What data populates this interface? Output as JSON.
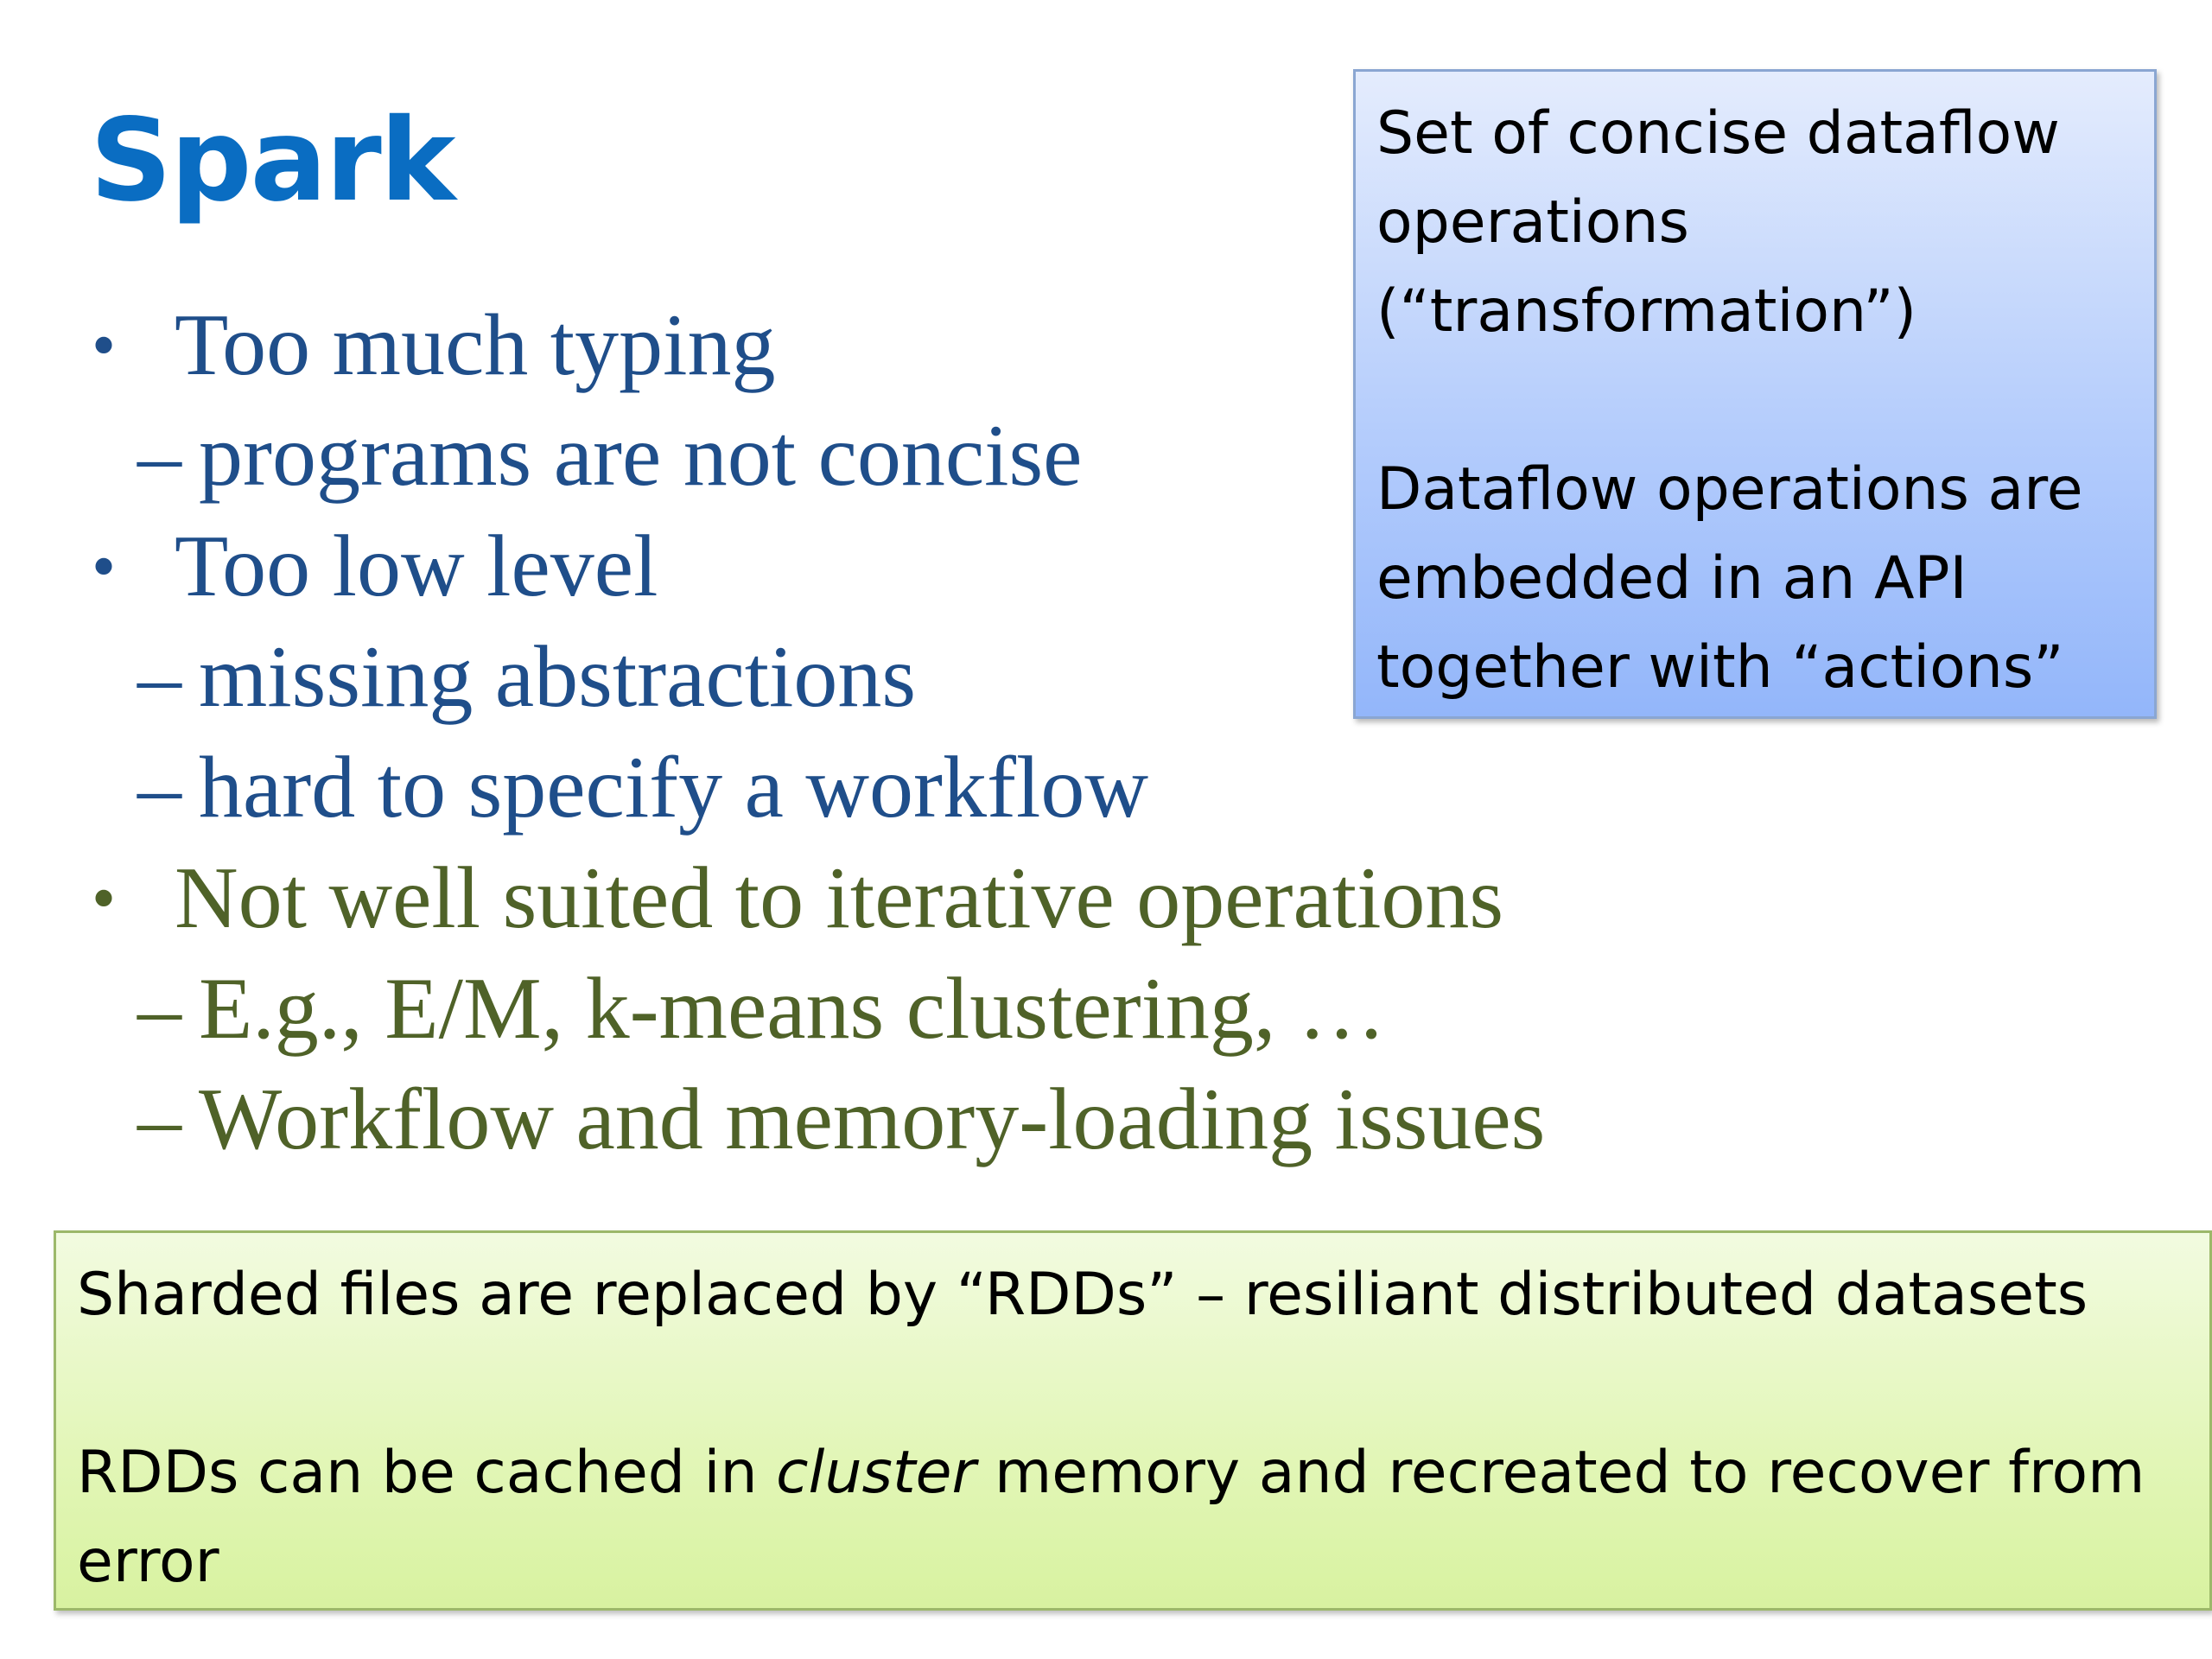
{
  "title": "Spark",
  "bullets": [
    {
      "text": "Too much typing",
      "color": "#1f4e8a",
      "subs": [
        "programs are not concise"
      ]
    },
    {
      "text": "Too low level",
      "color": "#1f4e8a",
      "subs": [
        "missing abstractions",
        "hard to specify a workflow"
      ]
    },
    {
      "text": "Not well suited to iterative operations",
      "color": "#4f6228",
      "subs": [
        "E.g., E/M, k-means clustering, …",
        "Workflow and memory-loading issues"
      ]
    }
  ],
  "bullet_glyph": "•",
  "dash_glyph": "–",
  "blue_box": {
    "para1_line1": "Set of concise dataflow",
    "para1_line2": "operations",
    "para1_line3": "(“transformation”)",
    "para2_line1": "Dataflow operations are",
    "para2_line2": "embedded in an API",
    "para2_line3": "together with “actions”"
  },
  "green_box": {
    "para1": "Sharded files are replaced by “RDDs” – resiliant distributed datasets",
    "para2_before": "RDDs can be cached in ",
    "para2_italic": "cluster",
    "para2_after": " memory and recreated to recover from",
    "para2_line2": "error"
  },
  "colors": {
    "title": "#0a6dc2",
    "bullet_blue": "#1f4e8a",
    "bullet_green": "#4f6228"
  }
}
